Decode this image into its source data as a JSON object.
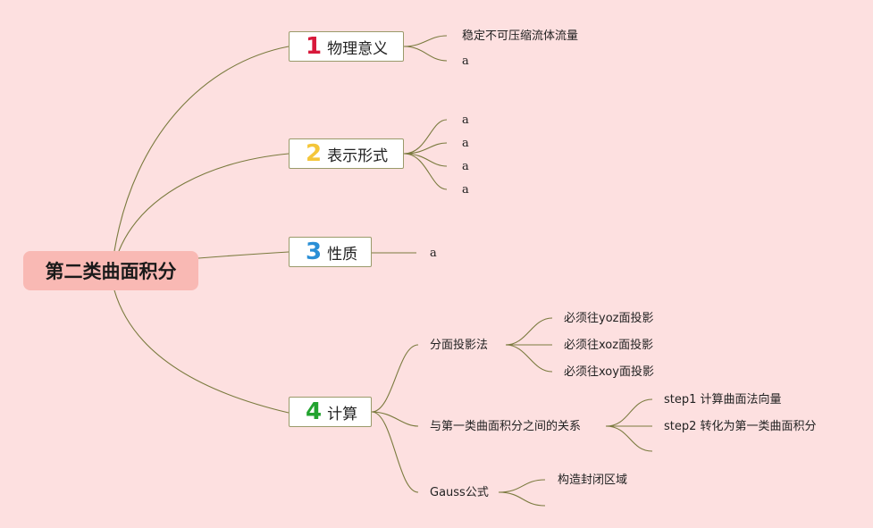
{
  "root": "第二类曲面积分",
  "topics": [
    {
      "num": "1",
      "label": "物理意义",
      "num_color": "#d8193b"
    },
    {
      "num": "2",
      "label": "表示形式",
      "num_color": "#f4c63a"
    },
    {
      "num": "3",
      "label": "性质",
      "num_color": "#2a8fd6"
    },
    {
      "num": "4",
      "label": "计算",
      "num_color": "#22a32f"
    }
  ],
  "leaves": {
    "t1": [
      "稳定不可压缩流体流量",
      "a"
    ],
    "t2": [
      "a",
      "a",
      "a",
      "a"
    ],
    "t3": [
      "a"
    ],
    "t4": [
      "分面投影法",
      "与第一类曲面积分之间的关系",
      "Gauss公式"
    ],
    "proj": [
      "必须往yoz面投影",
      "必须往xoz面投影",
      "必须往xoy面投影"
    ],
    "rel": [
      "step1 计算曲面法向量",
      "step2 转化为第一类曲面积分"
    ],
    "gauss": [
      "构造封闭区域"
    ]
  }
}
